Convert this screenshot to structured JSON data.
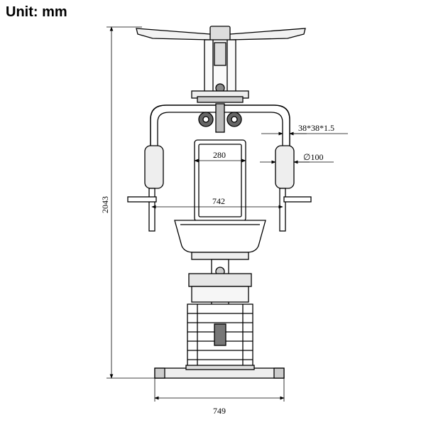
{
  "header": {
    "unit_label": "Unit: mm"
  },
  "dimensions": {
    "height": "2043",
    "base_width": "749",
    "arm_span": "742",
    "backrest_width": "280",
    "tube_profile": "38*38*1.5",
    "pad_diameter": "∅100"
  }
}
